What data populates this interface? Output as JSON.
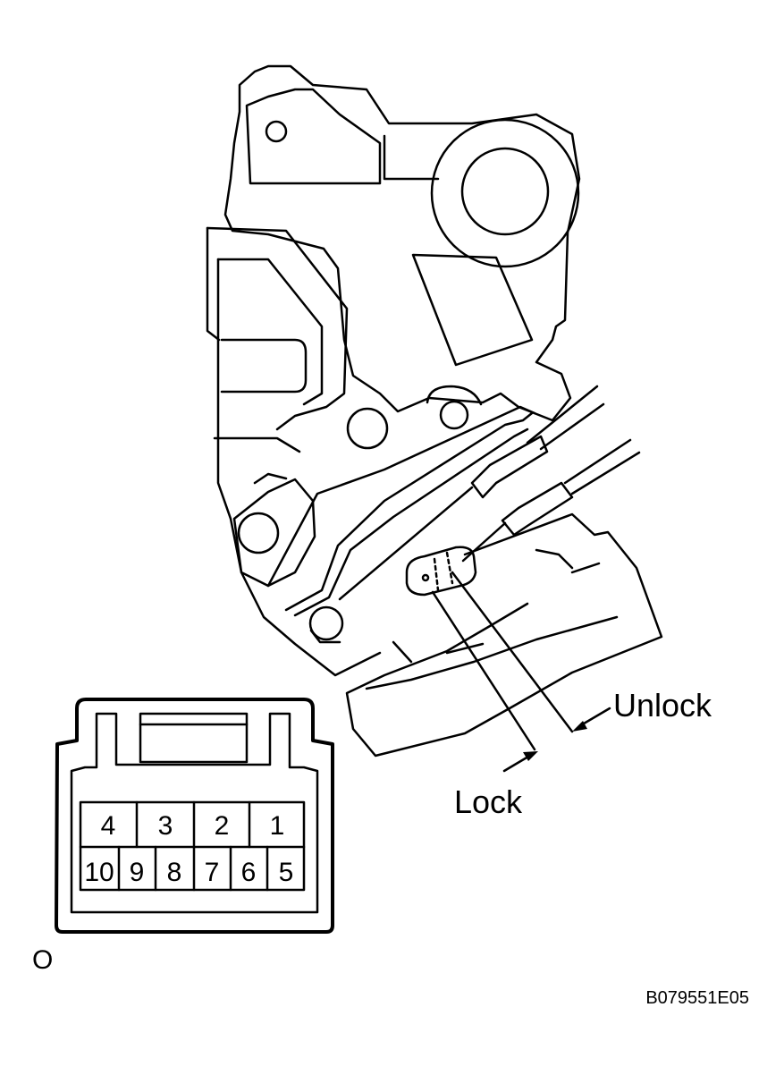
{
  "callouts": {
    "unlock": "Unlock",
    "lock": "Lock"
  },
  "connector": {
    "top_row": [
      "4",
      "3",
      "2",
      "1"
    ],
    "bottom_row": [
      "10",
      "9",
      "8",
      "7",
      "6",
      "5"
    ],
    "view_marker": "O"
  },
  "figure_code": "B079551E05",
  "colors": {
    "line": "#000000",
    "background": "#ffffff"
  }
}
